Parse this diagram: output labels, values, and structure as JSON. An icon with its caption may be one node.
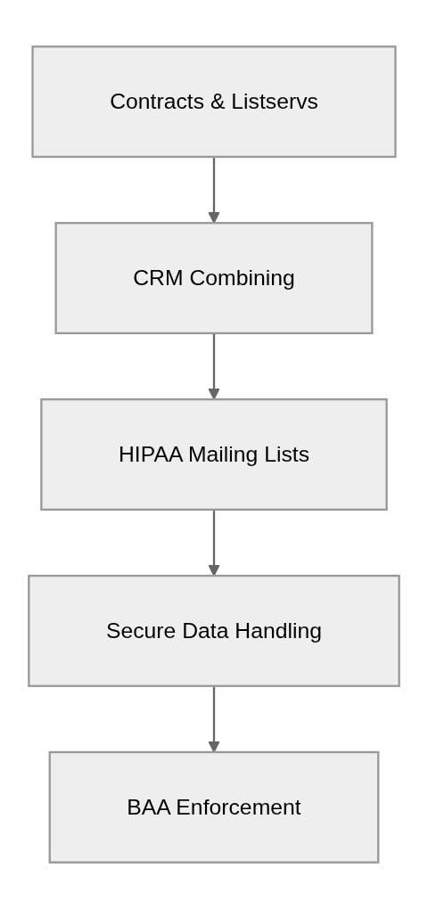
{
  "diagram": {
    "nodes": [
      {
        "text": [
          "Contracts & Listservs"
        ]
      },
      {
        "text": [
          "CRM Combining"
        ]
      },
      {
        "text": [
          "HIPAA Mailing Lists"
        ]
      },
      {
        "text": [
          "Secure Data Handling"
        ]
      },
      {
        "text": [
          "BAA Enforcement"
        ]
      }
    ],
    "edges": [
      {
        "from": 0,
        "to": 1,
        "arrow": "to"
      },
      {
        "from": 1,
        "to": 2,
        "arrow": "to"
      },
      {
        "from": 2,
        "to": 3,
        "arrow": "to"
      },
      {
        "from": 3,
        "to": 4,
        "arrow": "to"
      }
    ]
  }
}
